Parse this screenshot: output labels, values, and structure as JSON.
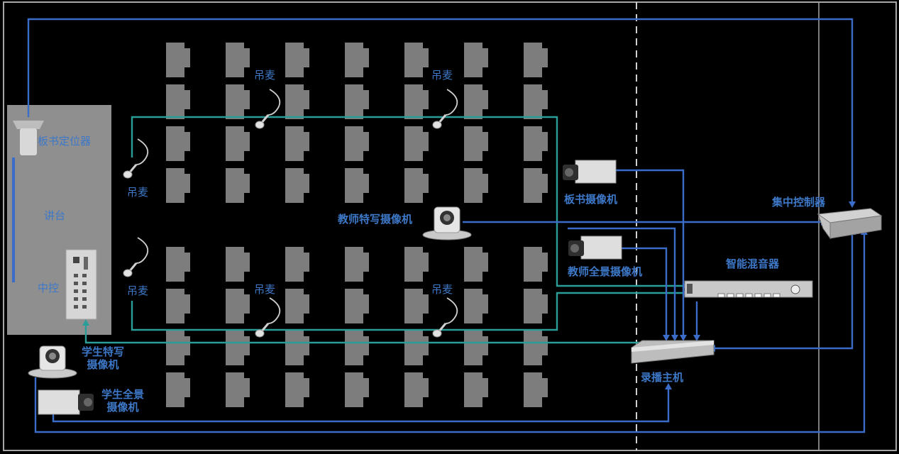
{
  "colors": {
    "blue_line": "#3a6cc8",
    "teal_line": "#2a9d98",
    "label": "#3d78c8",
    "seat": "#7d7d7d",
    "podium": "#8f8f8f",
    "frame": "#a7a7a7"
  },
  "labels": {
    "board_locator": "板书定位器",
    "podium": "讲台",
    "central_control": "中控",
    "mic_top_1": "吊麦",
    "mic_top_2": "吊麦",
    "mic_left_1": "吊麦",
    "mic_left_2": "吊麦",
    "mic_bottom_1": "吊麦",
    "mic_bottom_2": "吊麦",
    "teacher_closeup_camera": "教师特写摄像机",
    "board_camera": "板书摄像机",
    "teacher_panorama_camera": "教师全景摄像机",
    "smart_mixer": "智能混音器",
    "recording_host": "录播主机",
    "central_controller": "集中控制器",
    "student_closeup_camera_1": "学生特写",
    "student_closeup_camera_2": "摄像机",
    "student_panorama_camera_1": "学生全景",
    "student_panorama_camera_2": "摄像机"
  },
  "icons": {
    "mic": "hanging-microphone-icon",
    "box_camera": "box-camera-icon",
    "ptz_camera": "ptz-camera-icon",
    "mixer": "audio-mixer-icon",
    "host": "recording-host-icon",
    "controller": "central-controller-icon",
    "control_panel": "control-panel-icon",
    "locator": "board-locator-icon"
  }
}
